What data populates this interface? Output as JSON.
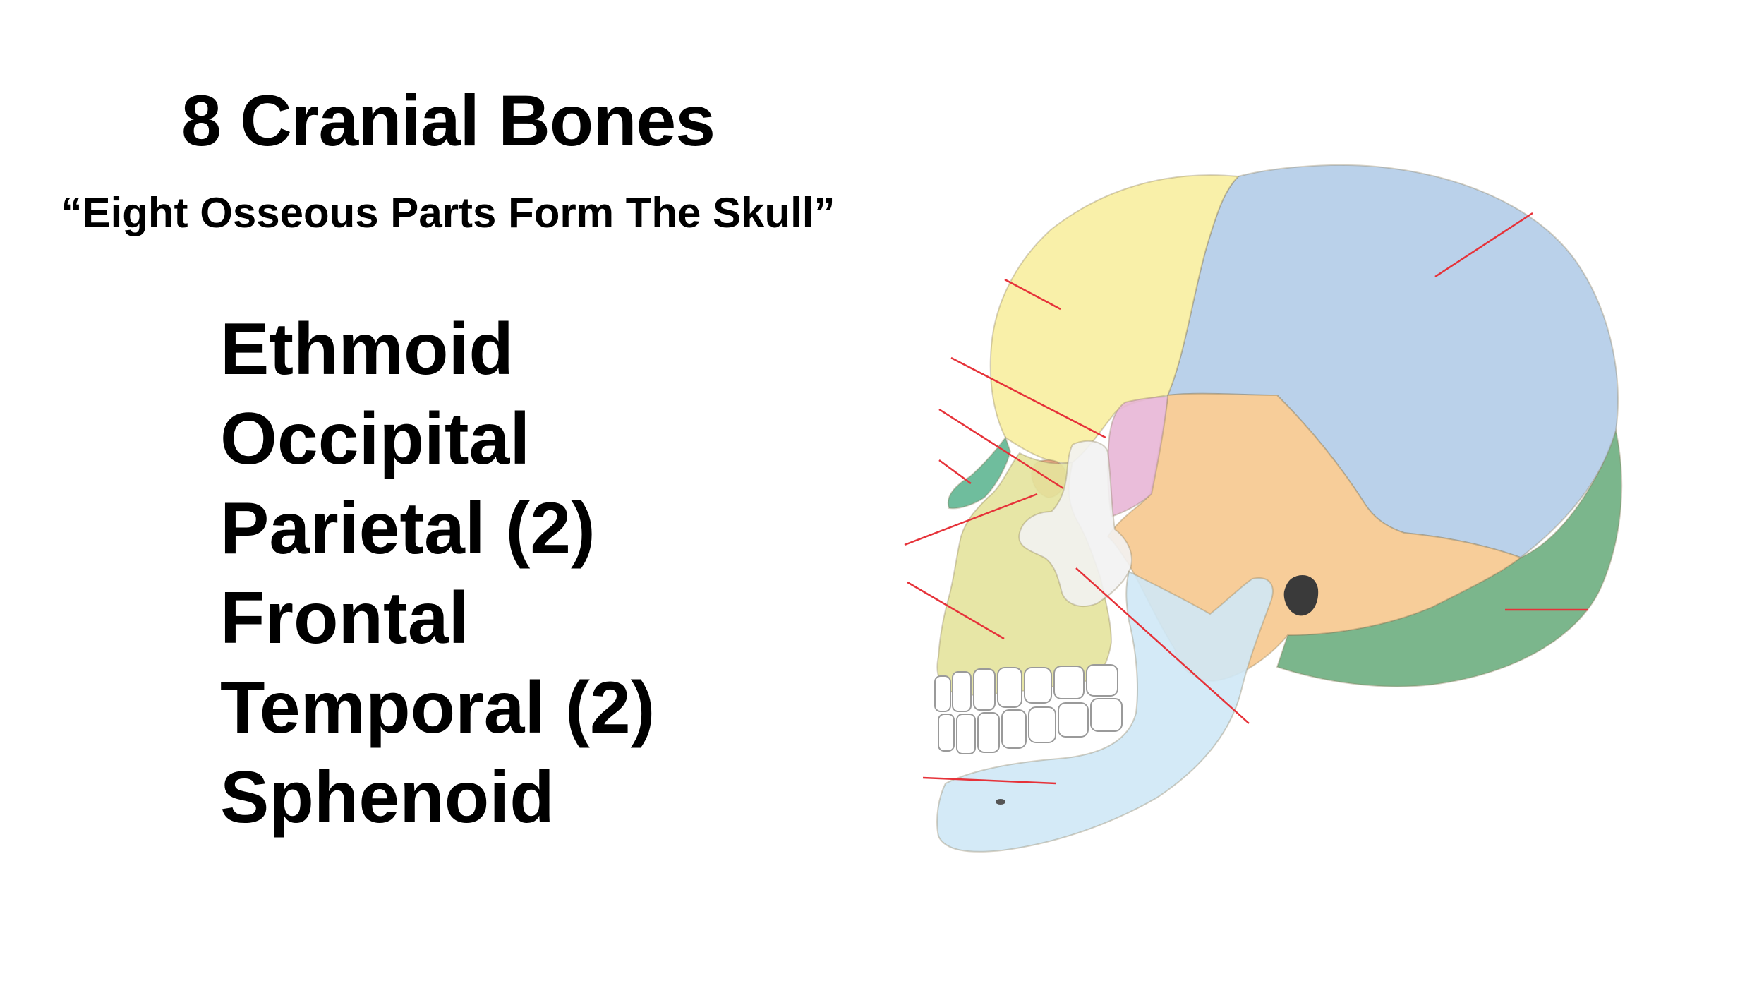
{
  "slide": {
    "title": "8 Cranial Bones",
    "mnemonic": "“Eight Osseous Parts Form The Skull”",
    "bones": [
      "Ethmoid",
      "Occipital",
      "Parietal (2)",
      "Frontal",
      "Temporal (2)",
      "Sphenoid"
    ]
  },
  "skull_colors": {
    "frontal": "#f8eea0",
    "parietal": "#b2cce8",
    "temporal": "#f6c88e",
    "occipital": "#6dae80",
    "sphenoid": "#e8b6d6",
    "ethmoid": "#e6a078",
    "zygomatic": "#f2f2f2",
    "maxilla": "#e4e39c",
    "mandible": "#cfe8f6",
    "nasal": "#5fb692",
    "teeth": "#ffffff",
    "leader_line": "#e63239",
    "outline": "#8a7a5a"
  }
}
